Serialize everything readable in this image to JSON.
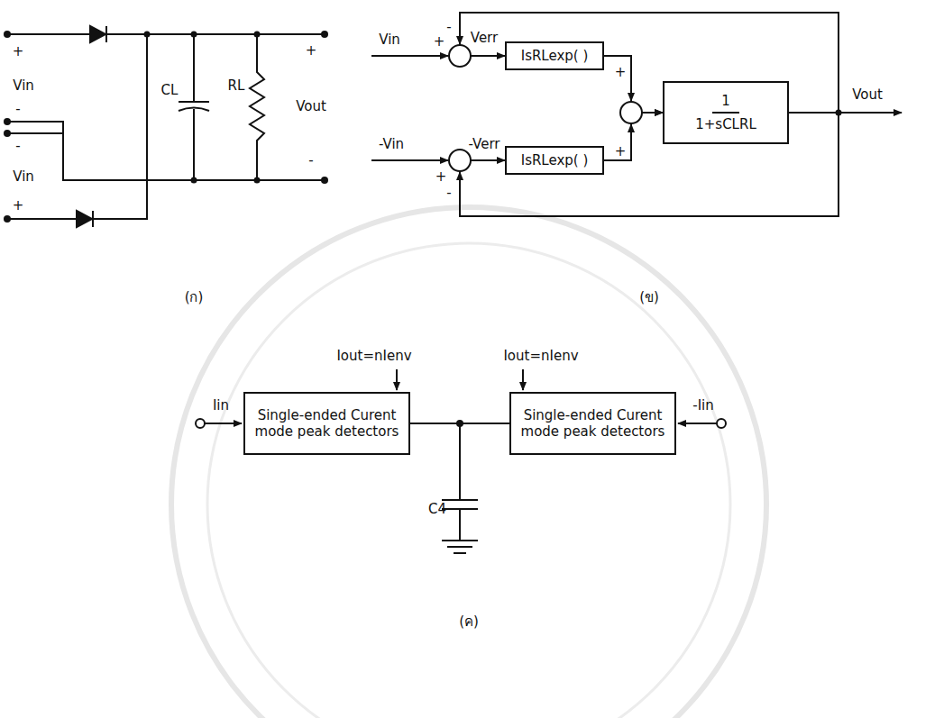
{
  "diagram": {
    "nodes": [
      {
        "text": [
          "IsRLexp( )"
        ]
      },
      {
        "text": [
          "IsRLexp( )"
        ]
      },
      {
        "text": [
          "1",
          "1+sCLRL"
        ]
      },
      {
        "text": [
          "Single-ended Curent mode peak detectors"
        ]
      },
      {
        "text": [
          "Single-ended Curent mode peak detectors"
        ]
      }
    ],
    "edges": [
      {
        "from": 0,
        "to": 2,
        "arrow": "to"
      },
      {
        "from": 1,
        "to": 2,
        "arrow": "to"
      },
      {
        "from": 2,
        "to": 0,
        "arrow": "to"
      },
      {
        "from": 2,
        "to": 1,
        "arrow": "to"
      },
      {
        "from": 3,
        "to": 4,
        "arrow": "none"
      }
    ],
    "labels": [
      "(ก)",
      "(ข)",
      "(ค)",
      "+",
      "Vin",
      "-",
      "-",
      "Vin",
      "+",
      "CL",
      "RL",
      "+",
      "Vout",
      "-",
      "Vin",
      "+",
      "-",
      "Verr",
      "-Vin",
      "+",
      "-",
      "-Verr",
      "+",
      "+",
      "Vout",
      "Iout=nIenv",
      "Iout=nIenv",
      "Iin",
      "-Iin",
      "C4"
    ]
  }
}
